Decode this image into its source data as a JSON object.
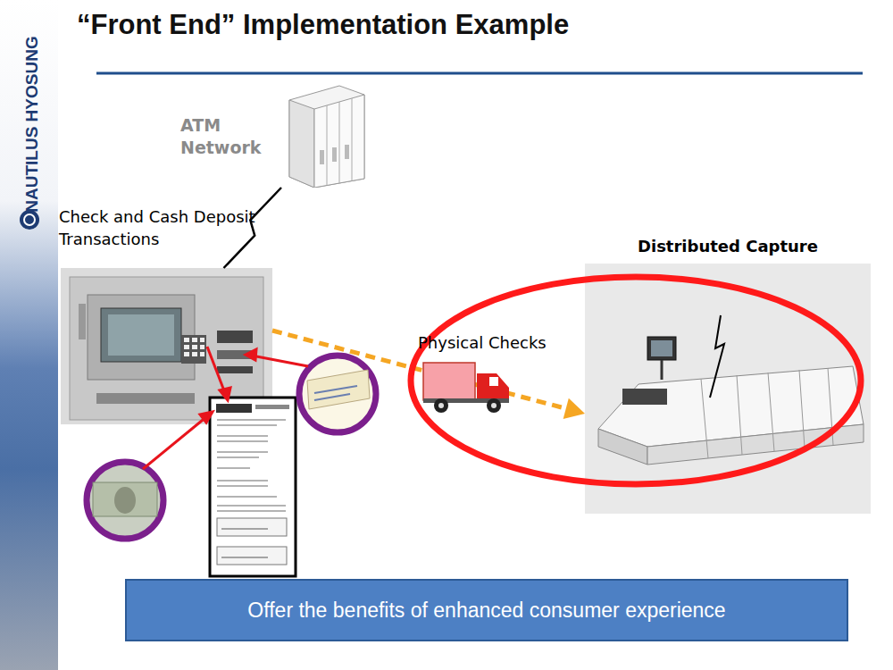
{
  "diagram": {
    "title": "“Front End” Implementation Example",
    "nodes": [
      {
        "text": [
          "ATM Network"
        ]
      },
      {
        "text": [
          "Check and Cash Deposit Transactions"
        ]
      },
      {
        "text": [
          "Distributed Capture"
        ]
      },
      {
        "text": [
          "Offer the benefits of enhanced consumer experience"
        ]
      }
    ],
    "edges": [
      {
        "from": 0,
        "to": 1,
        "arrow": "none"
      },
      {
        "from": 1,
        "to": 2,
        "label": "Physical Checks",
        "arrow": "to"
      }
    ],
    "labels": [
      "NAUTILUS HYOSUNG"
    ]
  }
}
